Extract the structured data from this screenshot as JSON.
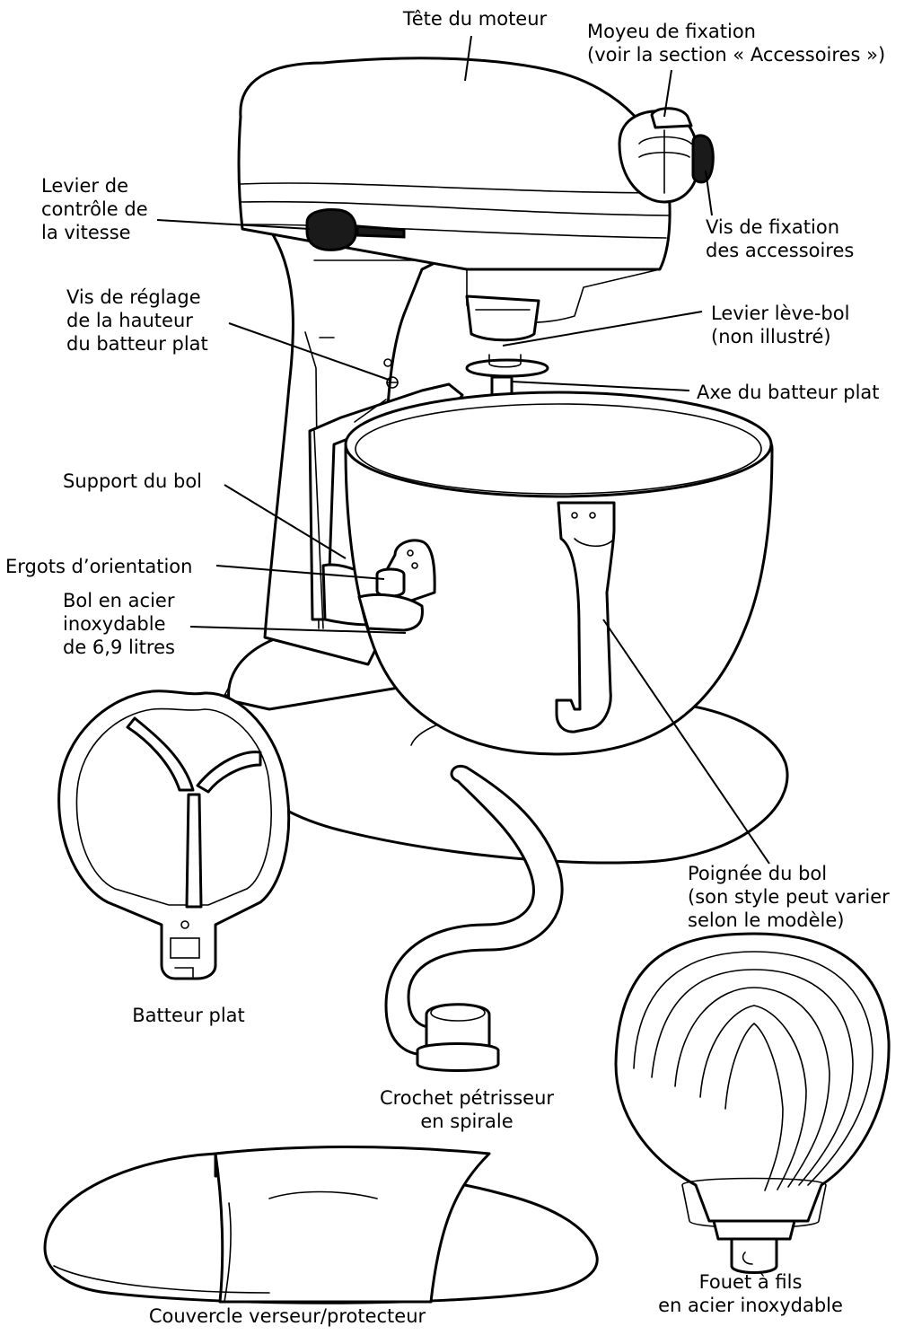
{
  "labels": {
    "motor_head": "Tête du moteur",
    "attachment_hub": [
      "Moyeu de fixation",
      "(voir la section « Accessoires »)"
    ],
    "speed_lever": [
      "Levier de",
      "contrôle de",
      "la vitesse"
    ],
    "attachment_knob": [
      "Vis de fixation",
      "des accessoires"
    ],
    "height_screw": [
      "Vis de réglage",
      "de la hauteur",
      "du batteur plat"
    ],
    "bowl_lift_lever": [
      "Levier lève-bol",
      "(non illustré)"
    ],
    "beater_shaft": "Axe du batteur plat",
    "bowl_support": "Support du bol",
    "locating_pins": "Ergots d’orientation",
    "steel_bowl": [
      "Bol en acier",
      "inoxydable",
      "de 6,9 litres"
    ],
    "bowl_handle": [
      "Poignée du bol",
      "(son style peut varier",
      "selon le modèle)"
    ],
    "flat_beater": "Batteur plat",
    "dough_hook": [
      "Crochet pétrisseur",
      "en spirale"
    ],
    "wire_whip": [
      "Fouet à fils",
      "en acier inoxydable"
    ],
    "pouring_shield": "Couvercle verseur/protecteur"
  }
}
